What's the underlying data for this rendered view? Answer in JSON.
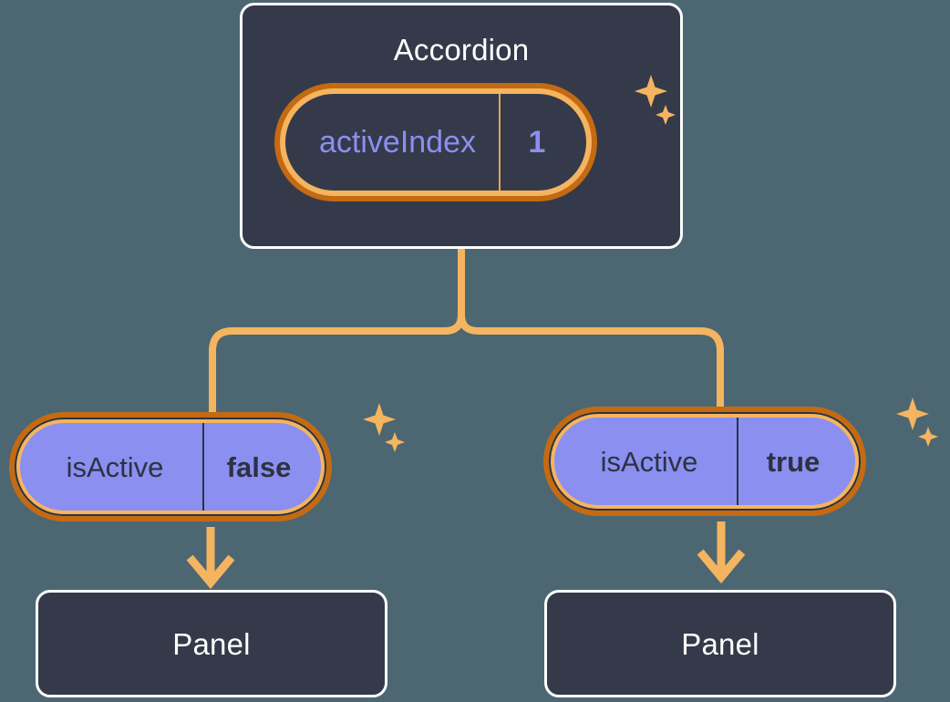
{
  "background_color": "#4d6772",
  "palette": {
    "card_bg": "#343a4a",
    "card_border": "#ffffff",
    "pill_ring_inner": "#f5b45f",
    "pill_ring_outer": "#c46a12",
    "pill_purple_fill": "#8b8ff0",
    "connector": "#f5b45f",
    "text_light": "#ffffff",
    "text_purple": "#8b8ff0",
    "text_dark": "#2c3242",
    "sparkle": "#f5b45f"
  },
  "diagram": {
    "type": "component-tree",
    "root": {
      "name": "accordion-component",
      "title": "Accordion",
      "state": {
        "key": "activeIndex",
        "value": "1"
      }
    },
    "children": [
      {
        "name": "panel-branch-left",
        "prop": {
          "key": "isActive",
          "value": "false"
        },
        "component": {
          "title": "Panel"
        }
      },
      {
        "name": "panel-branch-right",
        "prop": {
          "key": "isActive",
          "value": "true"
        },
        "component": {
          "title": "Panel"
        }
      }
    ]
  },
  "icons": {
    "sparkle": "sparkle-icon",
    "arrow_down": "arrow-down-icon"
  }
}
